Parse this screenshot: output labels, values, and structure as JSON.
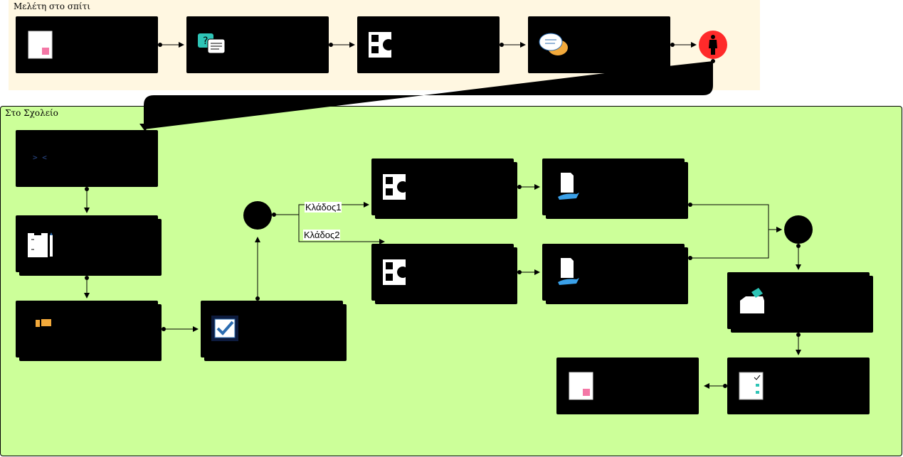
{
  "lanes": {
    "home_title": "Μελέτη στο σπίτι",
    "school_title": "Στο Σχολείο"
  },
  "branches": {
    "branch1": "Κλάδος1",
    "branch2": "Κλάδος2"
  },
  "cards": {
    "first_card_glyphs": "> <"
  },
  "colors": {
    "home_lane": "#fff7e1",
    "school_lane": "#ccff99",
    "end_event": "#ff2a2a",
    "accent_teal": "#2ec4b6",
    "accent_pink": "#f477a6"
  }
}
